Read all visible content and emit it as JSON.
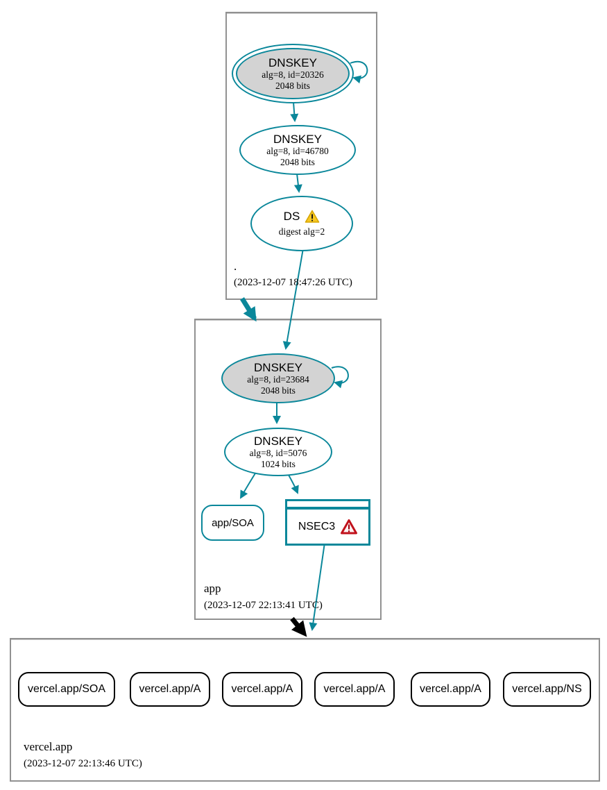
{
  "diagram_type": "dnssec-authentication-chain",
  "colors": {
    "edge_teal": "#0a879a",
    "ksk_fill_gray": "#d3d3d3",
    "warning_yellow_fill": "#f6c723",
    "warning_yellow_border": "#d7a500",
    "error_red": "#c1121c",
    "rrset_border_black": "#000000",
    "zone_border_gray": "#919191"
  },
  "zones": [
    {
      "label": ".",
      "timestamp": "(2023-12-07 18:47:26 UTC)",
      "ksk": {
        "title": "DNSKEY",
        "line1": "alg=8, id=20326",
        "line2": "2048 bits"
      },
      "zsk": {
        "title": "DNSKEY",
        "line1": "alg=8, id=46780",
        "line2": "2048 bits"
      },
      "ds": {
        "title": "DS",
        "line1": "digest alg=2",
        "status_icon": "warning-triangle-icon"
      }
    },
    {
      "label": "app",
      "timestamp": "(2023-12-07 22:13:41 UTC)",
      "ksk": {
        "title": "DNSKEY",
        "line1": "alg=8, id=23684",
        "line2": "2048 bits"
      },
      "zsk": {
        "title": "DNSKEY",
        "line1": "alg=8, id=5076",
        "line2": "1024 bits"
      },
      "soa": {
        "label": "app/SOA"
      },
      "nsec3": {
        "title": "NSEC3",
        "status_icon": "error-triangle-icon"
      }
    },
    {
      "label": "vercel.app",
      "timestamp": "(2023-12-07 22:13:46 UTC)",
      "rrsets": [
        {
          "label": "vercel.app/SOA"
        },
        {
          "label": "vercel.app/A"
        },
        {
          "label": "vercel.app/A"
        },
        {
          "label": "vercel.app/A"
        },
        {
          "label": "vercel.app/A"
        },
        {
          "label": "vercel.app/NS"
        }
      ]
    }
  ]
}
